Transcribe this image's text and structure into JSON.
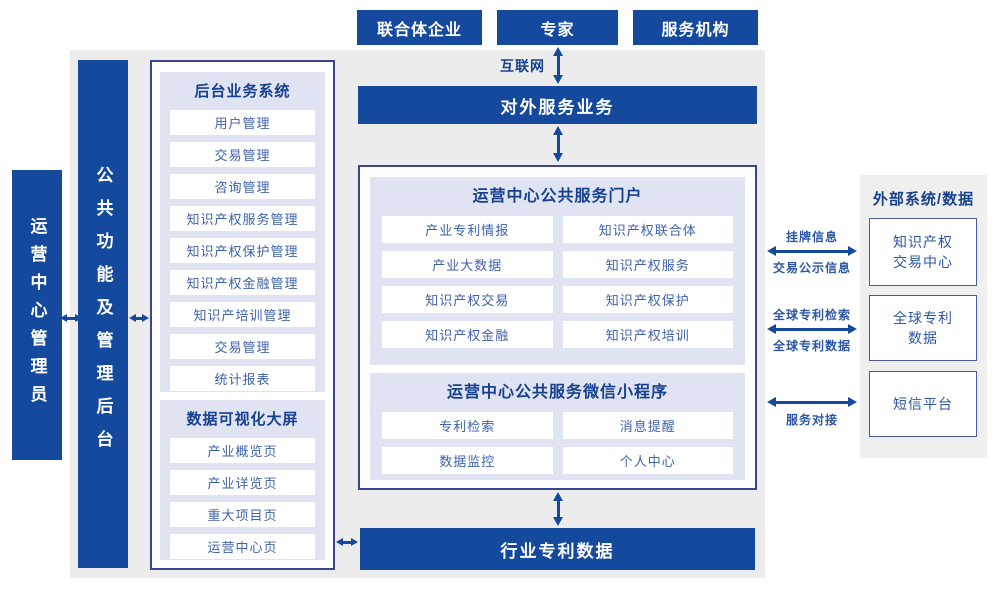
{
  "colors": {
    "primary_blue": "#14499E",
    "panel_lavender": "#DFE3F2",
    "background_gray": "#ECECEC",
    "right_panel_gray": "#EFEFEF",
    "title_navy": "#17418F",
    "item_text_blue": "#3F62AD",
    "outer_border": "#39458F",
    "label_blue": "#2D56A5"
  },
  "top_actors": [
    "联合体企业",
    "专家",
    "服务机构"
  ],
  "internet_label": "互联网",
  "bars": {
    "external_service": "对外服务业务",
    "industry_patent": "行业专利数据"
  },
  "sidebars": {
    "admin": "运营中心管理员",
    "common_backend": "公共功能及管理后台"
  },
  "backend_system": {
    "title": "后台业务系统",
    "items": [
      "用户管理",
      "交易管理",
      "咨询管理",
      "知识产权服务管理",
      "知识产权保护管理",
      "知识产权金融管理",
      "知识产培训管理",
      "交易管理",
      "统计报表"
    ]
  },
  "dashboard": {
    "title": "数据可视化大屏",
    "items": [
      "产业概览页",
      "产业详览页",
      "重大项目页",
      "运营中心页"
    ]
  },
  "portal": {
    "title": "运营中心公共服务门户",
    "items": [
      "产业专利情报",
      "知识产权联合体",
      "产业大数据",
      "知识产权服务",
      "知识产权交易",
      "知识产权保护",
      "知识产权金融",
      "知识产权培训"
    ]
  },
  "mini_program": {
    "title": "运营中心公共服务微信小程序",
    "items": [
      "专利检索",
      "消息提醒",
      "数据监控",
      "个人中心"
    ]
  },
  "external_systems": {
    "title": "外部系统/数据",
    "boxes": [
      {
        "line1": "知识产权",
        "line2": "交易中心"
      },
      {
        "line1": "全球专利",
        "line2": "数据"
      },
      {
        "line1": "短信平台",
        "line2": ""
      }
    ]
  },
  "connection_labels": {
    "listing_info": "挂牌信息",
    "trade_publicity_info": "交易公示信息",
    "global_patent_search": "全球专利检索",
    "global_patent_data": "全球专利数据",
    "service_connection": "服务对接"
  }
}
